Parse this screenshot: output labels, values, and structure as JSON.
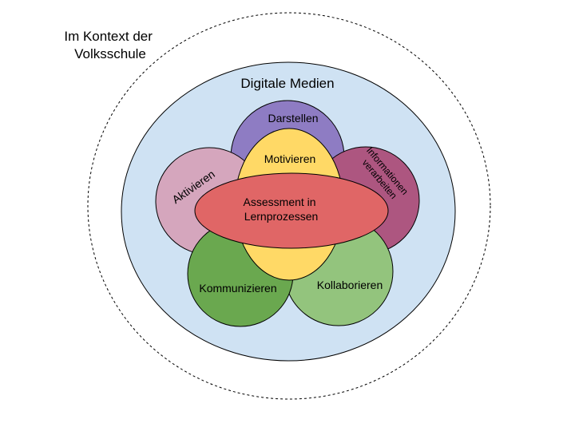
{
  "context_label": [
    "Im Kontext der",
    "Volksschule"
  ],
  "media_label": "Digitale Medien",
  "petals": {
    "darstellen": "Darstellen",
    "aktivieren": "Aktivieren",
    "informationen": [
      "Informationen",
      "verarbeiten"
    ],
    "kommunizieren": "Kommunizieren",
    "kollaborieren": "Kollaborieren",
    "motivieren": "Motivieren"
  },
  "center_label": [
    "Assessment in",
    "Lernprozessen"
  ],
  "colors": {
    "media": "#cfe2f3",
    "darstellen": "#8e7cc3",
    "aktivieren": "#d5a6bd",
    "informationen": "#a64d79",
    "kommunizieren": "#6aa84f",
    "kollaborieren": "#93c47d",
    "motivieren": "#ffd966",
    "center": "#e06666"
  }
}
